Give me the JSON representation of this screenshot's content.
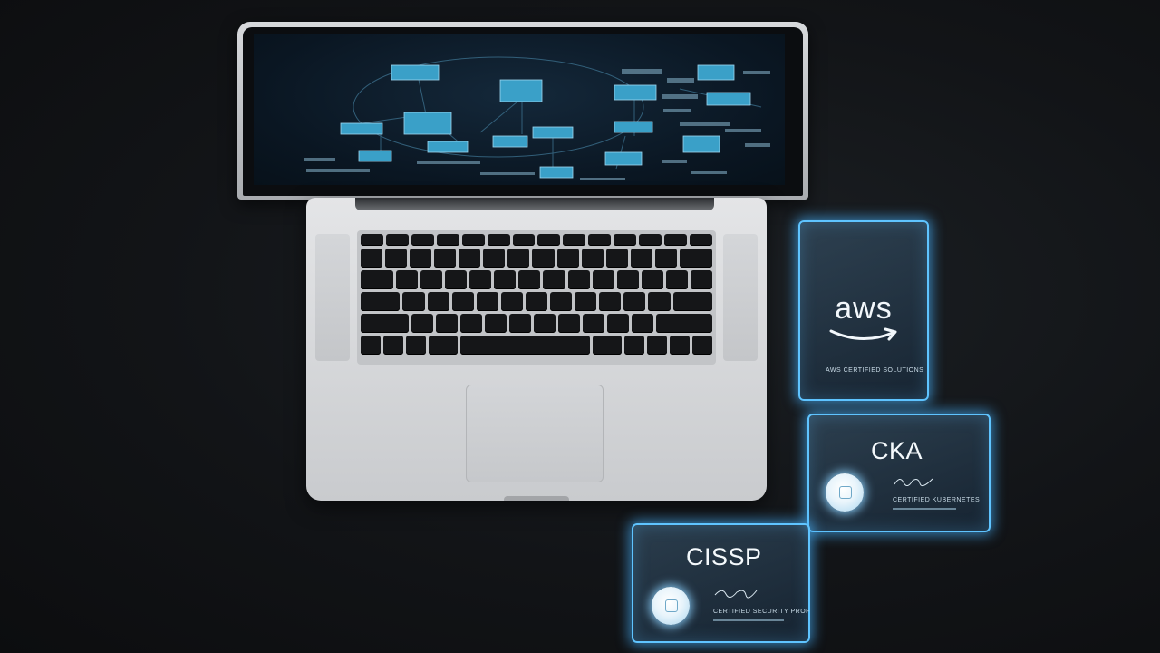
{
  "scene": {
    "description_free": true
  },
  "cards": {
    "aws": {
      "logo_text": "aws",
      "fine_print": "AWS CERTIFIED SOLUTIONS",
      "logo_icon": "amazon-smile-arrow-icon"
    },
    "cka": {
      "title": "CKA",
      "fine_print": "CERTIFIED KUBERNETES",
      "seal_icon": "seal-icon"
    },
    "cissp": {
      "title": "CISSP",
      "fine_print": "CERTIFIED SECURITY PROF",
      "seal_icon": "seal-icon"
    }
  },
  "colors": {
    "glow": "#5fc4ff",
    "background": "#121417",
    "laptop_silver": "#d7d9dc",
    "screen_node": "#3aa0c8"
  }
}
